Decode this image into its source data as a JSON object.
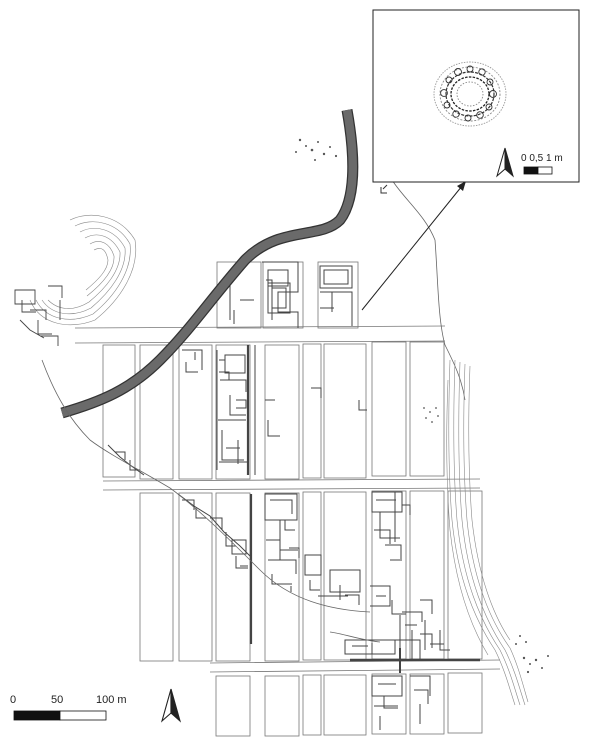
{
  "main_map": {
    "scale_bar": {
      "labels": [
        "0",
        "50",
        "100 m"
      ]
    },
    "north_arrow_icon": "north-arrow-icon"
  },
  "inset": {
    "scale_bar": {
      "label": "0 0,5 1 m"
    },
    "north_arrow_icon": "north-arrow-icon"
  },
  "colors": {
    "ink": "#555555",
    "road": "#666666",
    "road_outline": "#333333",
    "paper": "#ffffff"
  }
}
